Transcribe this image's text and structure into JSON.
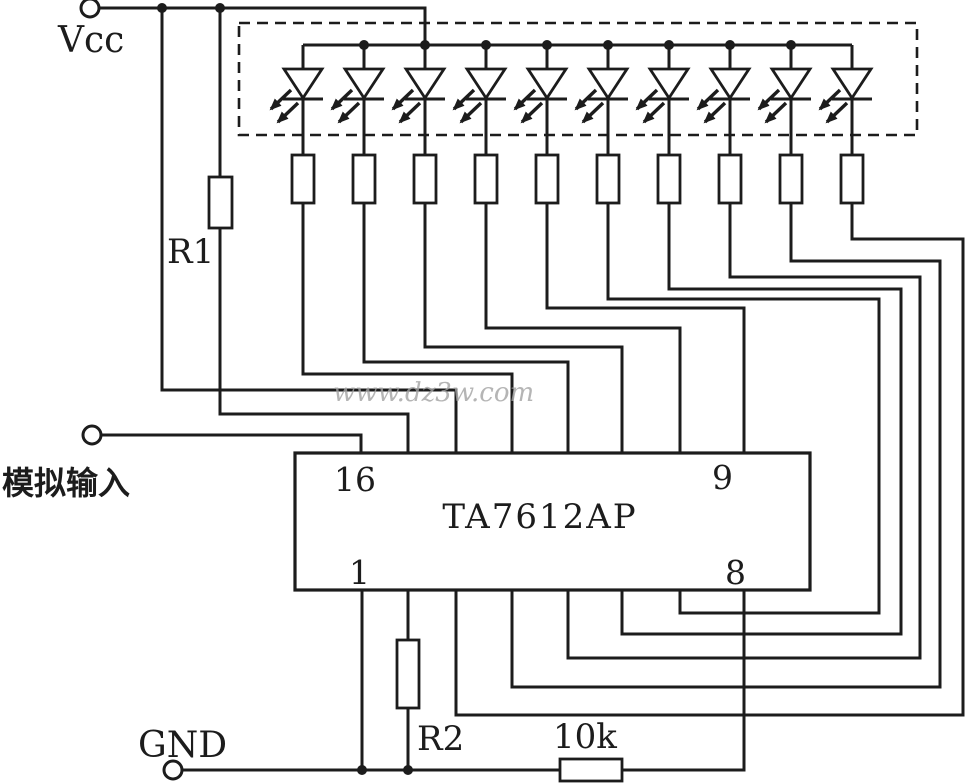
{
  "diagram": {
    "type": "circuit-schematic",
    "description": "TA7612AP ten-LED level meter driver circuit",
    "led_count": 10,
    "colors": {
      "background": "#ffffff",
      "line": "#1c1c1c",
      "watermark": "#a3a3a3"
    },
    "labels": {
      "vcc": "Vcc",
      "gnd": "GND",
      "analog_input": "模拟输入",
      "r1": "R1",
      "r2": "R2",
      "r3_value": "10k",
      "watermark": "www.dz3w.com"
    },
    "ic": {
      "part_number": "TA7612AP",
      "pin_top_left": "16",
      "pin_top_right": "9",
      "pin_bottom_left": "1",
      "pin_bottom_right": "8"
    }
  }
}
